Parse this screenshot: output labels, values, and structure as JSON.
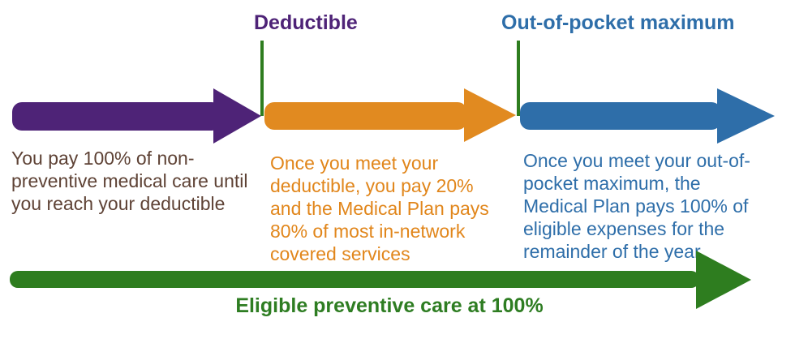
{
  "milestones": [
    {
      "label": "Deductible",
      "color": "#4E2377",
      "tick_color": "#2E7D1F"
    },
    {
      "label": "Out-of-pocket maximum",
      "color": "#2E6EA9",
      "tick_color": "#2E7D1F"
    }
  ],
  "phases": [
    {
      "name": "before-deductible",
      "arrow_color": "#4E2377",
      "text_color": "#5E4235",
      "description": "You pay 100% of non-\npreventive medical care until\nyou reach your deductible"
    },
    {
      "name": "after-deductible",
      "arrow_color": "#E18A20",
      "text_color": "#E1861B",
      "description": "Once you meet your\ndeductible, you pay 20%\nand the Medical Plan pays\n80% of most in-network\ncovered services"
    },
    {
      "name": "after-out-of-pocket-maximum",
      "arrow_color": "#2E6EA9",
      "text_color": "#2E6EA9",
      "description": "Once you meet your out-of-\npocket maximum, the\nMedical Plan pays 100% of\neligible expenses for the\nremainder of the year"
    }
  ],
  "preventive": {
    "label": "Eligible preventive care at 100%",
    "arrow_color": "#2E7D1F",
    "label_color": "#2E7D22"
  }
}
